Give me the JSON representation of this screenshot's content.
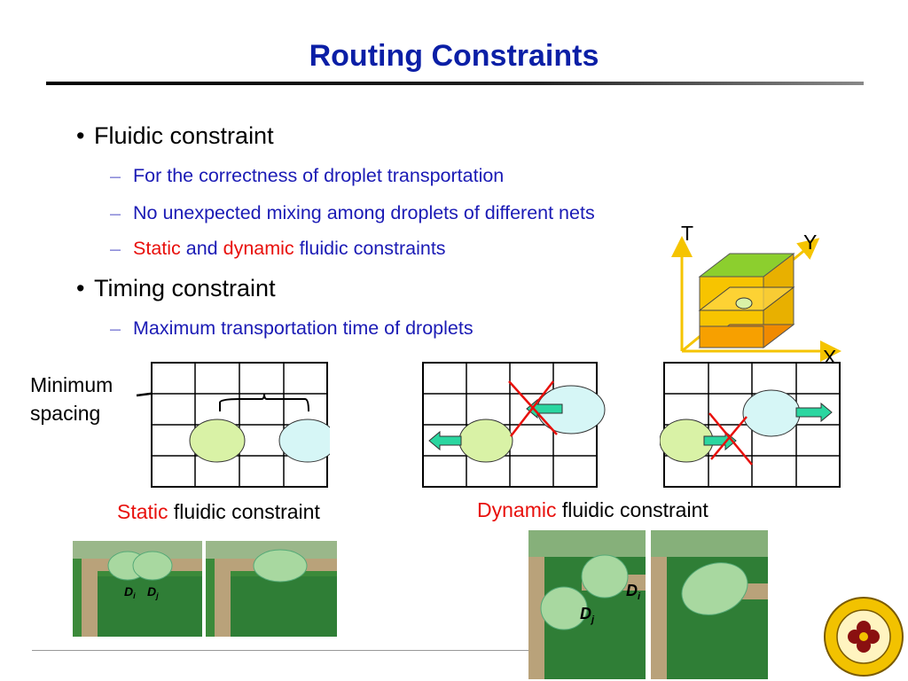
{
  "slide": {
    "title": "Routing Constraints",
    "bullets": [
      {
        "text": "Fluidic constraint",
        "subs": [
          "For the correctness of droplet transportation",
          "No unexpected mixing among droplets of different nets",
          {
            "parts": [
              "Static",
              " and ",
              "dynamic",
              " fluidic constraints"
            ]
          }
        ]
      },
      {
        "text": "Timing constraint",
        "subs": [
          "Maximum transportation time of droplets"
        ]
      }
    ],
    "min_spacing_label": [
      "Minimum",
      "spacing"
    ],
    "axes": {
      "t": "T",
      "y": "Y",
      "x": "X"
    },
    "static_caption": {
      "red": "Static",
      "rest": " fluidic constraint"
    },
    "dynamic_caption": {
      "red": "Dynamic",
      "rest": " fluidic constraint"
    },
    "photo_labels": {
      "di": "D",
      "di_sub": "i",
      "dj": "D",
      "dj_sub": "j"
    },
    "colors": {
      "title": "#0b1fa6",
      "sub_text": "#1b1bb5",
      "highlight": "#e8100c",
      "droplet_green": "#d9f2a6",
      "droplet_cyan": "#d6f6f6",
      "arrow": "#2bd6a0",
      "cross": "#e8100c"
    },
    "icons": [
      "arrow-left-icon",
      "arrow-right-icon",
      "cross-icon",
      "university-seal-icon"
    ]
  }
}
